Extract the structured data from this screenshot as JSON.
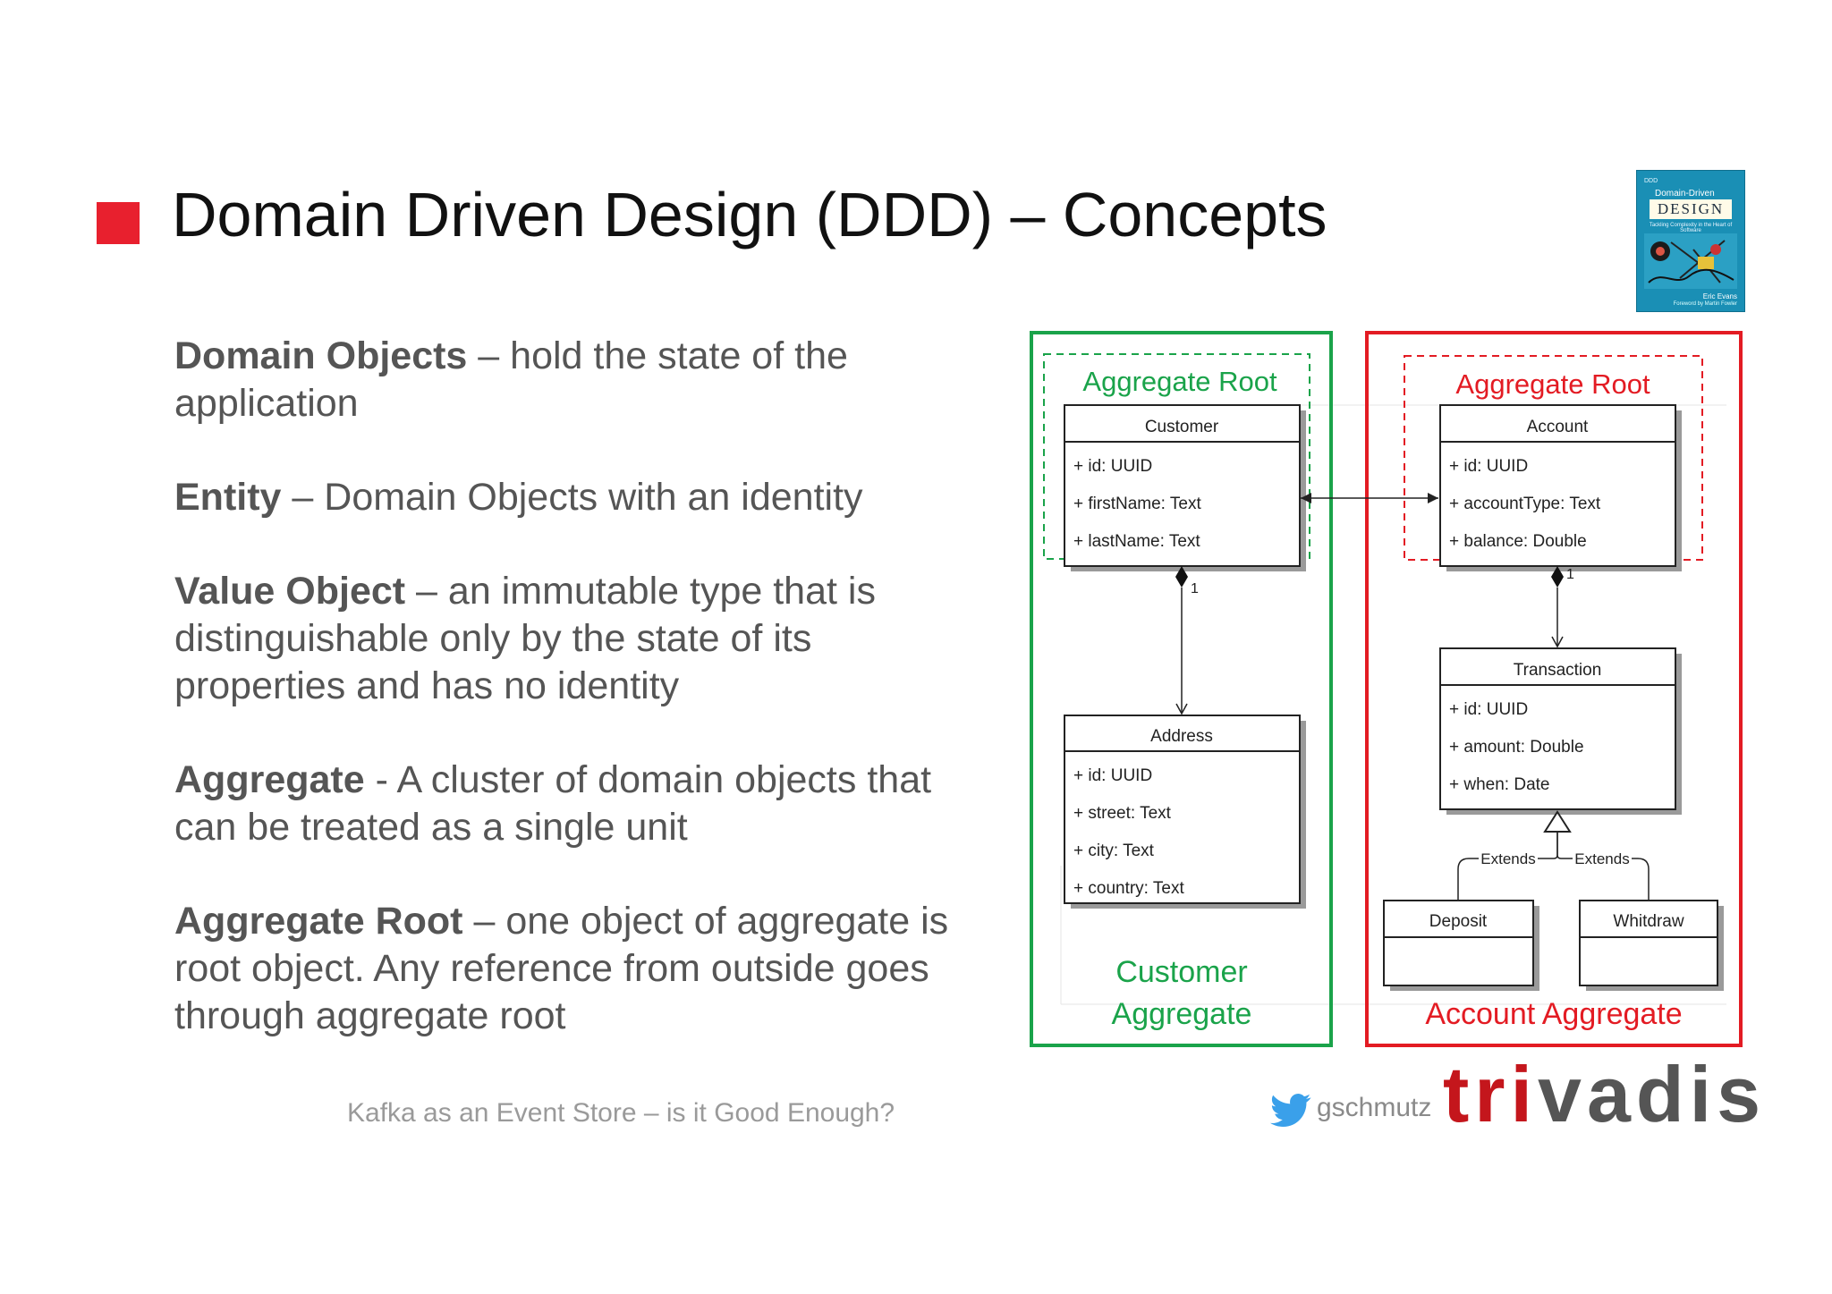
{
  "slide": {
    "title": "Domain Driven Design (DDD) – Concepts",
    "footer": "Kafka as an Event Store – is it Good Enough?",
    "twitter_handle": "gschmutz",
    "brand": {
      "part1": "tri",
      "part2": "vadis"
    },
    "accent_color": "#e8202e"
  },
  "book": {
    "series": "DDD",
    "top_text": "Domain-Driven",
    "title": "DESIGN",
    "subtitle": "Tackling Complexity in the Heart of Software",
    "author": "Eric Evans",
    "foreword": "Foreword by Martin Fowler"
  },
  "concepts": [
    {
      "term": "Domain Objects",
      "sep": " – ",
      "text": "hold the state of the application"
    },
    {
      "term": "Entity",
      "sep": " – ",
      "text": "Domain Objects with an identity"
    },
    {
      "term": "Value Object",
      "sep": " – ",
      "text": "an immutable type that is distinguishable only by the state of its properties and has no identity"
    },
    {
      "term": "Aggregate",
      "sep": " - ",
      "text": "A cluster of domain objects that can be treated as a single unit"
    },
    {
      "term": "Aggregate Root",
      "sep": " – ",
      "text": "one object of aggregate is root object. Any reference from outside goes through aggregate root"
    }
  ],
  "diagram": {
    "customer_group": {
      "root_label": "Aggregate Root",
      "aggregate_label_1": "Customer",
      "aggregate_label_2": "Aggregate",
      "color": "#1aa34a"
    },
    "account_group": {
      "root_label": "Aggregate Root",
      "aggregate_label": "Account Aggregate",
      "color": "#e31b23"
    },
    "classes": {
      "customer": {
        "name": "Customer",
        "fields": [
          "+ id: UUID",
          "+ firstName: Text",
          "+ lastName: Text"
        ]
      },
      "address": {
        "name": "Address",
        "fields": [
          "+ id: UUID",
          "+ street: Text",
          "+ city: Text",
          "+ country: Text"
        ]
      },
      "account": {
        "name": "Account",
        "fields": [
          "+ id: UUID",
          "+ accountType: Text",
          "+ balance: Double"
        ]
      },
      "transaction": {
        "name": "Transaction",
        "fields": [
          "+ id: UUID",
          "+ amount: Double",
          "+ when: Date"
        ]
      },
      "deposit": {
        "name": "Deposit"
      },
      "withdraw": {
        "name": "Whitdraw"
      }
    },
    "multiplicity": "1",
    "extends_label": "Extends"
  }
}
